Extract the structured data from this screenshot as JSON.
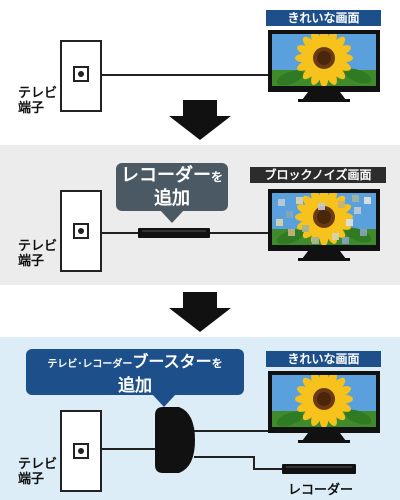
{
  "scene1": {
    "wall_label": [
      "テレビ",
      "端子"
    ],
    "screen_title": "きれいな画面"
  },
  "scene2": {
    "wall_label": [
      "テレビ",
      "端子"
    ],
    "callout_line1_main": "レコーダー",
    "callout_line1_suffix": "を",
    "callout_line2": "追加",
    "screen_title": "ブロックノイズ画面"
  },
  "scene3": {
    "wall_label": [
      "テレビ",
      "端子"
    ],
    "callout_line1_prefix": "テレビ･レコーダー",
    "callout_line1_main": "ブースター",
    "callout_line1_suffix": "を",
    "callout_line2": "追加",
    "screen_title": "きれいな画面",
    "recorder_label": "レコーダー"
  },
  "colors": {
    "title_blue": "#1d4f8a",
    "title_dark": "#2c2c2c",
    "callout_gray": "#4a5963",
    "panel2_bg": "#ececec",
    "panel3_bg": "#dcedf8"
  },
  "icons": {
    "wall_outlet": "antenna-wall-outlet-icon",
    "tv": "flat-tv-sunflower-icon",
    "recorder": "recorder-box-icon",
    "booster": "booster-device-icon",
    "arrow": "down-arrow-icon"
  }
}
